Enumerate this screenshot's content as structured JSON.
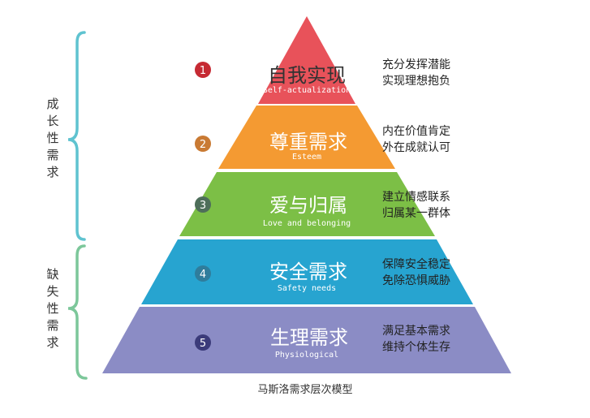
{
  "caption": "马斯洛需求层次模型",
  "groups": [
    {
      "label": [
        "成",
        "长",
        "性",
        "需",
        "求"
      ],
      "color": "#5fc3d0"
    },
    {
      "label": [
        "缺",
        "失",
        "性",
        "需",
        "求"
      ],
      "color": "#7cc79a"
    }
  ],
  "levels": [
    {
      "number": "1",
      "title": "自我实现",
      "subtitle": "Self-actualization",
      "desc": [
        "充分发挥潜能",
        "实现理想抱负"
      ],
      "color": "#e8525a",
      "badge_color": "#c62a33",
      "title_color": "#333333",
      "sub_color": "#ffffff"
    },
    {
      "number": "2",
      "title": "尊重需求",
      "subtitle": "Esteem",
      "desc": [
        "内在价值肯定",
        "外在成就认可"
      ],
      "color": "#f49a32",
      "badge_color": "#c97a33",
      "title_color": "#ffffff",
      "sub_color": "#ffffff"
    },
    {
      "number": "3",
      "title": "爱与归属",
      "subtitle": "Love and belonging",
      "desc": [
        "建立情感联系",
        "归属某一群体"
      ],
      "color": "#7cbf46",
      "badge_color": "#4e6e5a",
      "title_color": "#ffffff",
      "sub_color": "#ffffff"
    },
    {
      "number": "4",
      "title": "安全需求",
      "subtitle": "Safety needs",
      "desc": [
        "保障安全稳定",
        "免除恐惧威胁"
      ],
      "color": "#27a4d0",
      "badge_color": "#2f7d9c",
      "title_color": "#ffffff",
      "sub_color": "#ffffff"
    },
    {
      "number": "5",
      "title": "生理需求",
      "subtitle": "Physiological",
      "desc": [
        "满足基本需求",
        "维持个体生存"
      ],
      "color": "#8b8cc5",
      "badge_color": "#3b3b7a",
      "title_color": "#ffffff",
      "sub_color": "#ffffff"
    }
  ]
}
